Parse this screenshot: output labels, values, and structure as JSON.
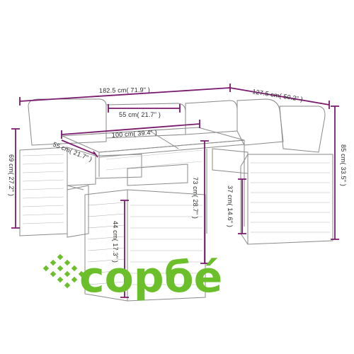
{
  "dimensions": {
    "width_total": "182.5 cm( 71.9\" )",
    "depth_corner": "127.5 cm( 50.2\" )",
    "inner_width": "55 cm( 21.7\" )",
    "table_length": "100 cm( 39.4\" )",
    "table_depth": "55 cm( 21.7\" )",
    "seat_height_total": "69 cm( 27.2\" )",
    "back_height": "85 cm( 33.5\" )",
    "table_height": "73 cm( 28.7\" )",
    "seat_height": "37 cm( 14.6\" )",
    "stool_height": "44 cm( 17.3\" )"
  },
  "logo": {
    "text": "copбé",
    "color": "#6bbf2a"
  },
  "colors": {
    "dimension_line": "#7a1a6e",
    "sketch": "#8a8a8a"
  }
}
